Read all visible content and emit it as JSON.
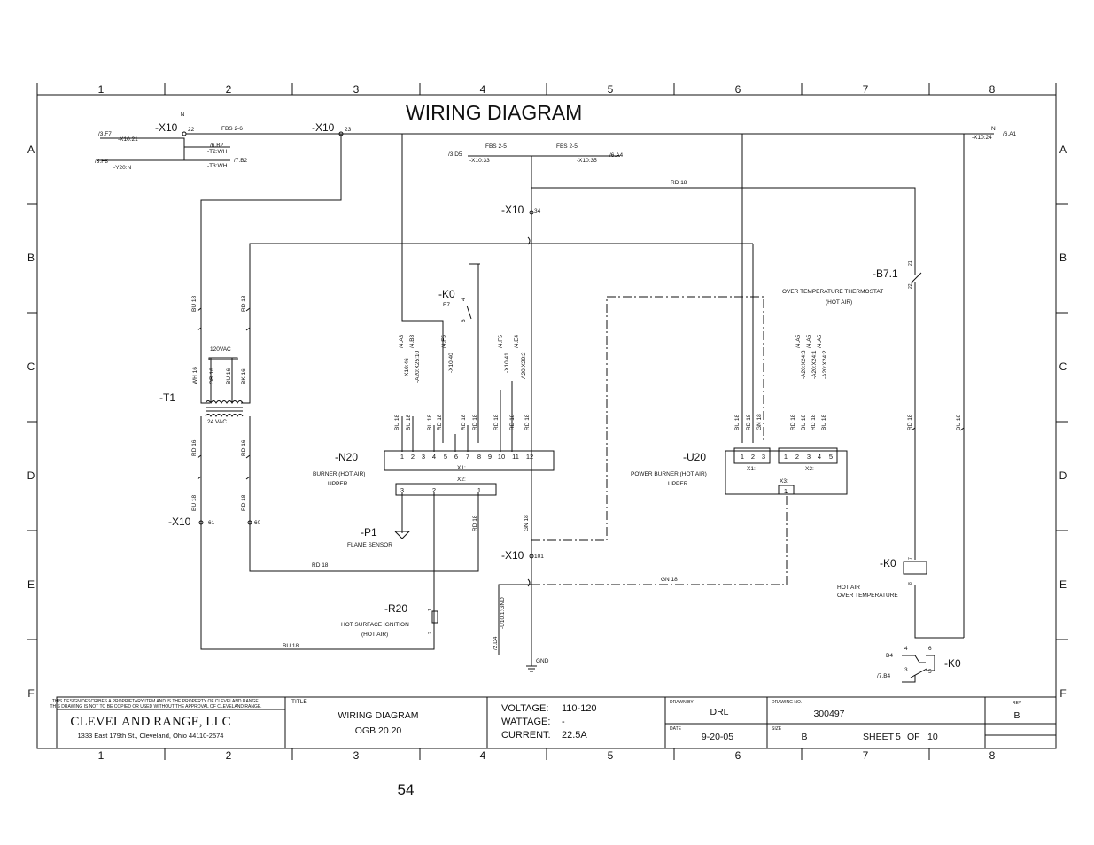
{
  "diagram_title": "WIRING DIAGRAM",
  "page_number": "54",
  "border": {
    "columns": [
      "1",
      "2",
      "3",
      "4",
      "5",
      "6",
      "7",
      "8"
    ],
    "rows": [
      "A",
      "B",
      "C",
      "D",
      "E",
      "F"
    ]
  },
  "labels": {
    "x10_a": "-X10",
    "x10_a_pin": "22",
    "x10_b": "-X10",
    "x10_b_pin": "23",
    "n_left": "N",
    "n_right": "N",
    "fbs_26": "FBS 2-6",
    "fbs_25_a": "FBS 2-5",
    "fbs_25_b": "FBS 2-5",
    "ref_3f7": "/3.F7",
    "x10_21": "-X10:21",
    "ref_6b2": "/6.B2",
    "t2wh": "-T2:WH",
    "ref_3f8": "/3.F8",
    "ref_7b2": "/7.B2",
    "y20n": "-Y20:N",
    "t3wh": "-T3:WH",
    "ref_3d5": "/3.D5",
    "x10_33": "-X10:33",
    "x10_35": "-X10:35",
    "ref_6a4": "/6.A4",
    "x10_24": "-X10:24",
    "ref_6a1": "/6.A1",
    "rd18_top": "RD 18",
    "x10_c": "-X10",
    "x10_c_pin": "34",
    "b71": "-B7.1",
    "b71_pin21": "21",
    "b71_pin22": "22",
    "b71_desc1": "OVER TEMPERATURE THERMOSTAT",
    "b71_desc2": "(HOT AIR)",
    "k0_top": "-K0",
    "k0_e7": "E7",
    "k0_pin4": "4",
    "k0_pin6": "6",
    "t1_bu18": "BU 18",
    "t1_rd18": "RD 18",
    "vac120": "120VAC",
    "t1_wh16": "WH 16",
    "t1_or16": "OR 16",
    "t1_bu16": "BU 16",
    "t1_bk16": "BK 16",
    "t1": "-T1",
    "vac24": "24 VAC",
    "t1_rd16_l": "RD 16",
    "t1_rd16_r": "RD 16",
    "t1_bu18_b": "BU 18",
    "t1_rd18_b": "RD 18",
    "x10_d": "-X10",
    "x10_d_pin61": "61",
    "x10_d_pin60": "60",
    "n20_ref1": "/4.A3",
    "n20_ref1b": "-X10:46",
    "n20_ref2": "/4.B3",
    "n20_ref2b": "-A20:X25:10",
    "n20_ref3": "/4.F5",
    "n20_ref3b": "-X10:40",
    "n20_ref4": "/4.F5",
    "n20_ref4b": "-X10:41",
    "n20_ref5": "/4.E4",
    "n20_ref5b": "-A20:X20:2",
    "n20_w1": "BU 18",
    "n20_w2": "BU 18",
    "n20_w3": "BU 18",
    "n20_w4": "RD 18",
    "n20_w5": "RD 18",
    "n20_w6": "RD 18",
    "n20_w7": "RD 18",
    "n20_w8": "RD 18",
    "n20_w9": "RD 18",
    "n20": "-N20",
    "n20_desc1": "BURNER (HOT AIR)",
    "n20_desc2": "UPPER",
    "n20_x1": "X1:",
    "n20_x2": "X2:",
    "p1": "-P1",
    "p1_desc": "FLAME SENSOR",
    "rd18_p1": "RD 18",
    "rd18_bottom": "RD 18",
    "x10_e": "-X10",
    "x10_e_pin": "101",
    "gn18_v": "GN 18",
    "gn18_h": "GN 18",
    "u10_gnd": "-U10.1:GND",
    "ref_2d4": "/2.D4",
    "gnd": "GND",
    "r20": "-R20",
    "r20_pin1": "1",
    "r20_pin2": "2",
    "r20_desc1": "HOT SURFACE IGNITION",
    "r20_desc2": "(HOT AIR)",
    "bu18_bottom": "BU 18",
    "u20": "-U20",
    "u20_desc1": "POWER BURNER (HOT AIR)",
    "u20_desc2": "UPPER",
    "u20_x1": "X1:",
    "u20_x2": "X2:",
    "u20_x3": "X3:",
    "u20_x3_pin": "1",
    "u20_w1": "BU 18",
    "u20_w2": "RD 18",
    "u20_w3": "GN 18",
    "u20_w4": "RD 18",
    "u20_w5": "BU 18",
    "u20_w6": "RD 18",
    "u20_w7": "BU 18",
    "u20_ref1": "/4.A5",
    "u20_ref1b": "-A20:X24:3",
    "u20_ref2": "/4.A5",
    "u20_ref2b": "-A20:X24:1",
    "u20_ref3": "/4.A5",
    "u20_ref3b": "-A20:X24:2",
    "rd18_right": "RD 18",
    "bu18_right": "BU 18",
    "k0_coil": "-K0",
    "k0_coil_pin7": "7",
    "k0_coil_pin8": "8",
    "k0_desc1": "HOT AIR",
    "k0_desc2": "OVER TEMPERATURE",
    "k0_contact": "-K0",
    "b4": "B4",
    "ref_7b4": "/7.B4",
    "k0_c4": "4",
    "k0_c6": "6",
    "k0_c3": "3",
    "k0_c5": "5"
  },
  "n20_pins": [
    "1",
    "2",
    "3",
    "4",
    "5",
    "6",
    "7",
    "8",
    "9",
    "10",
    "11",
    "12"
  ],
  "n20_x2_pins": [
    "3",
    "2",
    "1"
  ],
  "u20_x1_pins": [
    "1",
    "2",
    "3"
  ],
  "u20_x2_pins": [
    "1",
    "2",
    "3",
    "4",
    "5"
  ],
  "title_block": {
    "disclaimer1": "THIS DESIGN DESCRIBES A PROPRIETARY ITEM AND IS THE PROPERTY OF CLEVELAND RANGE.",
    "disclaimer2": "THIS DRAWING IS NOT TO BE COPIED OR USED WITHOUT THE APPROVAL OF CLEVELAND RANGE.",
    "company": "CLEVELAND RANGE, LLC",
    "address": "1333 East 179th St., Cleveland, Ohio 44110-2574",
    "title_label": "TITLE",
    "title_line1": "WIRING DIAGRAM",
    "title_line2": "OGB 20.20",
    "voltage_label": "VOLTAGE:",
    "voltage": "110-120",
    "wattage_label": "WATTAGE:",
    "wattage": "-",
    "current_label": "CURRENT:",
    "current": "22.5A",
    "drawn_by_label": "DRAWN BY",
    "drawn_by": "DRL",
    "date_label": "DATE",
    "date": "9-20-05",
    "drawing_no_label": "DRAWING NO.",
    "drawing_no": "300497",
    "size_label": "SIZE",
    "size": "B",
    "sheet_label": "SHEET",
    "sheet": "5",
    "of_label": "OF",
    "sheet_total": "10",
    "rev_label": "REV",
    "rev": "B"
  }
}
